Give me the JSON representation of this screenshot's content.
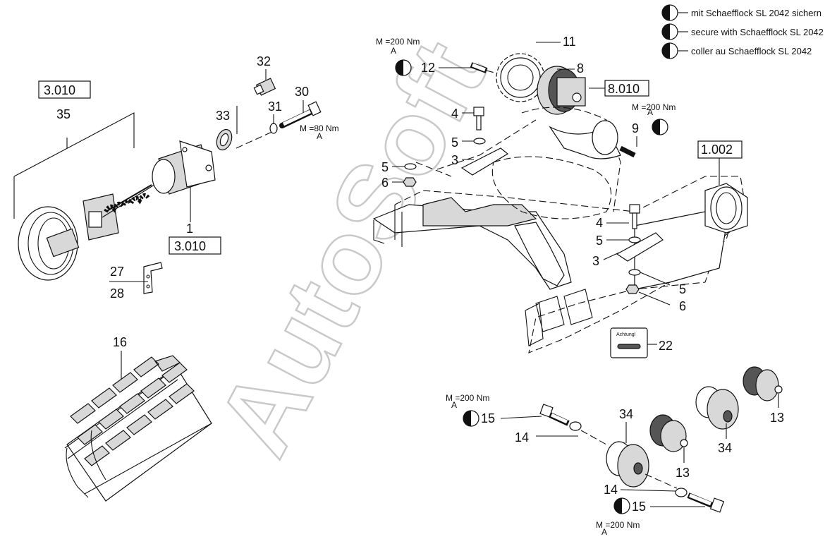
{
  "legend": {
    "items": [
      {
        "text": "mit Schaefflock SL 2042 sichern"
      },
      {
        "text": "secure with Schaefflock SL 2042"
      },
      {
        "text": "coller au Schaefflock SL 2042"
      }
    ]
  },
  "watermark": "AutoSoft",
  "refs": {
    "r3010_top": "3.010",
    "r3010_bottom": "3.010",
    "r8010": "8.010",
    "r1002": "1.002"
  },
  "parts": {
    "p35": "35",
    "p32": "32",
    "p30": "30",
    "p31": "31",
    "p33": "33",
    "p1": "1",
    "p27": "27",
    "p28": "28",
    "p16": "16",
    "p11": "11",
    "p12": "12",
    "p8": "8",
    "p9": "9",
    "p4a": "4",
    "p5a": "5",
    "p3a": "3",
    "p5b": "5",
    "p6a": "6",
    "p4b": "4",
    "p5c": "5",
    "p3b": "3",
    "p5d": "5",
    "p6b": "6",
    "p22": "22",
    "p15a": "15",
    "p14a": "14",
    "p34a": "34",
    "p13a": "13",
    "p34b": "34",
    "p13b": "13",
    "p14b": "14",
    "p15b": "15"
  },
  "torques": {
    "t80": {
      "m": "M =80 Nm",
      "a": "A"
    },
    "t200_top": {
      "m": "M =200 Nm",
      "a": "A"
    },
    "t200_right": {
      "m": "M =200 Nm",
      "a": "A"
    },
    "t200_roller_upper": {
      "m": "M  =200 Nm",
      "a": "A"
    },
    "t200_roller_lower": {
      "m": "M  =200 Nm",
      "a": "A"
    }
  },
  "sign": {
    "title": "Achtung!"
  }
}
